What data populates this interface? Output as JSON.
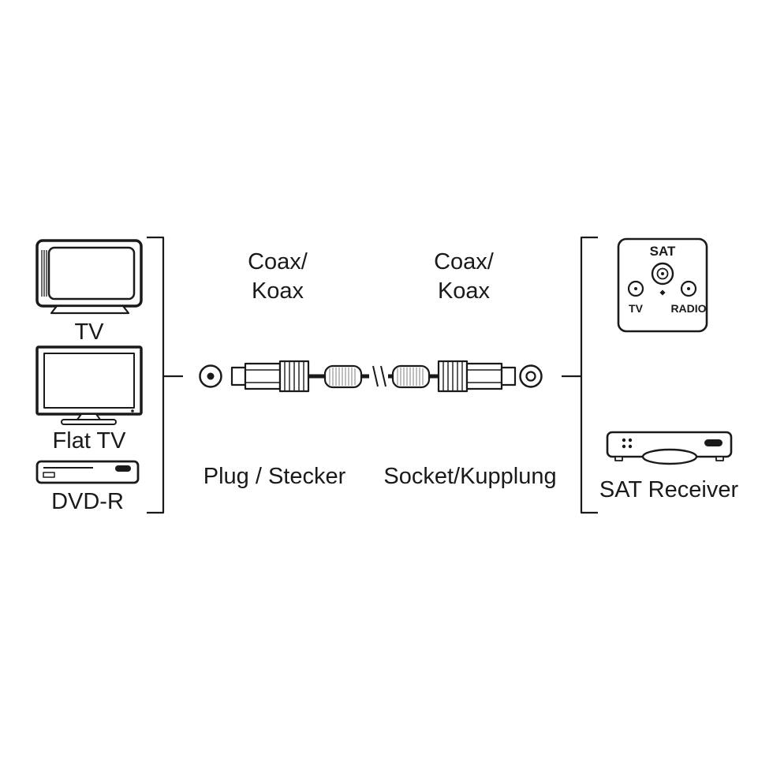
{
  "colors": {
    "line": "#1a1a1a",
    "background": "#ffffff"
  },
  "left_devices": {
    "tv_label": "TV",
    "flat_tv_label": "Flat TV",
    "dvd_label": "DVD-R"
  },
  "cable": {
    "coax_left": {
      "line1": "Coax/",
      "line2": "Koax"
    },
    "coax_right": {
      "line1": "Coax/",
      "line2": "Koax"
    },
    "plug_label": "Plug / Stecker",
    "socket_label": "Socket/Kupplung"
  },
  "right_devices": {
    "wallplate": {
      "title": "SAT",
      "tv": "TV",
      "radio": "RADIO"
    },
    "receiver_label": "SAT Receiver"
  }
}
